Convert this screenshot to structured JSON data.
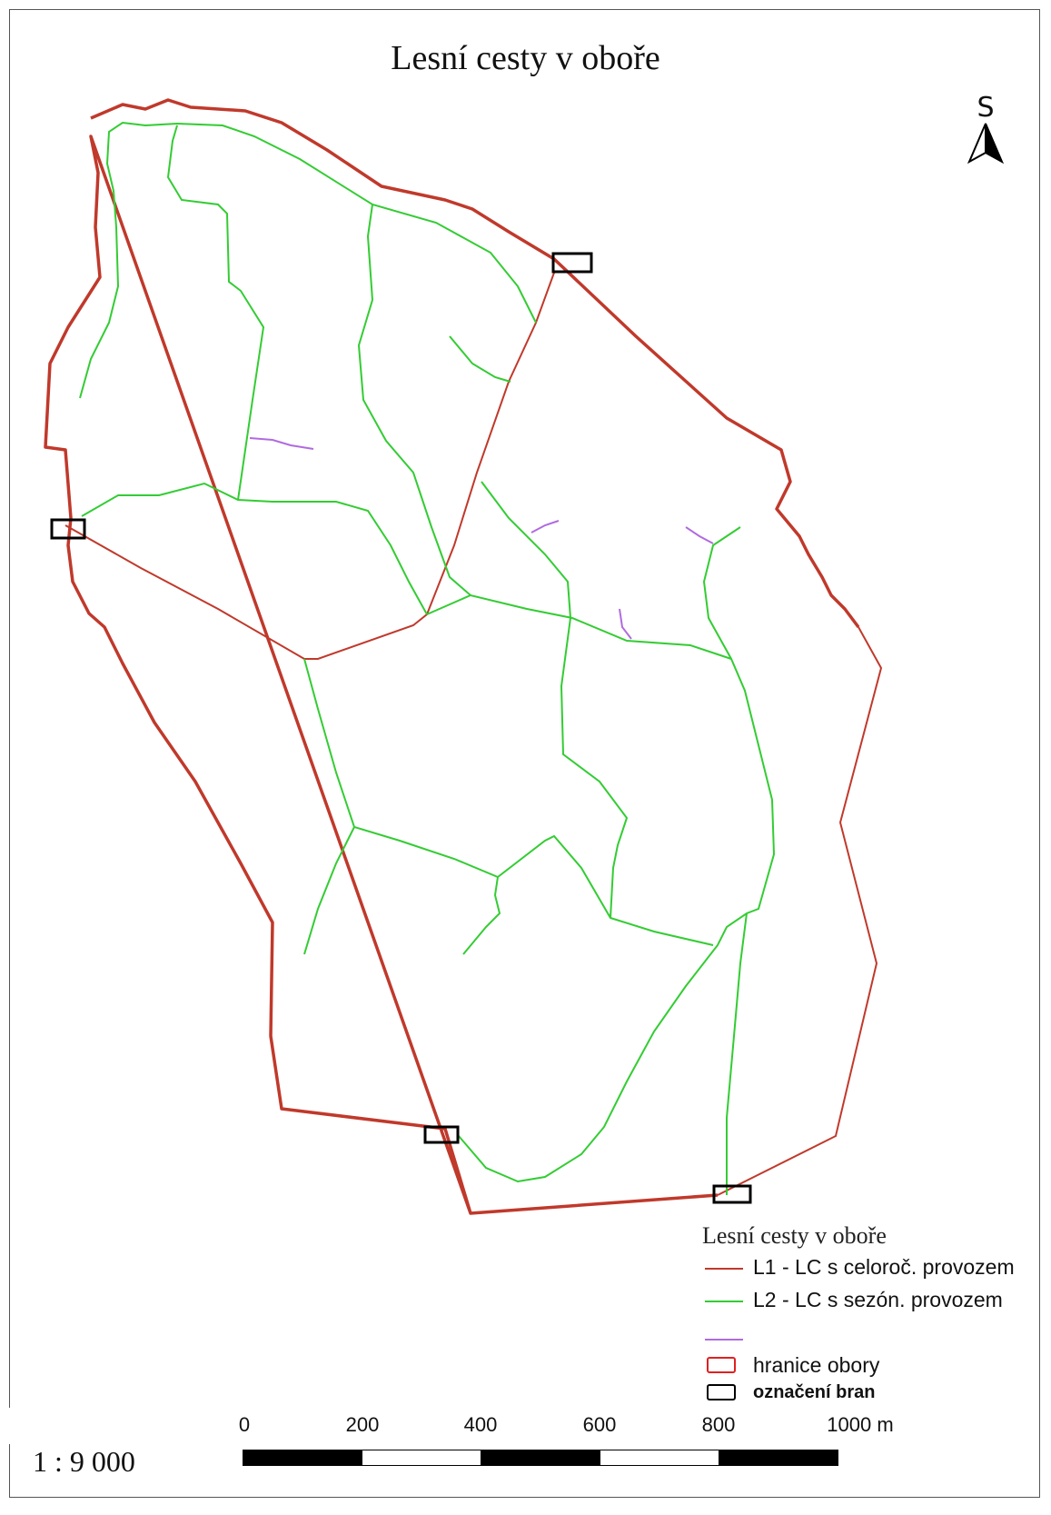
{
  "title": "Lesní cesty v oboře",
  "north_arrow": {
    "letter": "S",
    "icon": "north-arrow-icon"
  },
  "scale_ratio": "1 : 9 000",
  "scalebar": {
    "ticks": [
      "0",
      "200",
      "400",
      "600",
      "800",
      "1000 m"
    ]
  },
  "legend": {
    "title": "Lesní cesty v oboře",
    "items": [
      {
        "label": "L1 - LC  s celoroč. provozem",
        "color": "#c0392b",
        "kind": "line"
      },
      {
        "label": "L2 - LC  s sezón. provozem",
        "color": "#33cc33",
        "kind": "line"
      },
      {
        "label": "",
        "color": "#b06be0",
        "kind": "line"
      },
      {
        "label": "hranice obory",
        "color": "#e02020",
        "kind": "box"
      },
      {
        "label": "označení bran",
        "color": "#000000",
        "kind": "box"
      }
    ]
  },
  "colors": {
    "boundary": "#c0392b",
    "road_l1": "#c0392b",
    "road_l2": "#33cc33",
    "road_l3": "#b06be0",
    "gate": "#000000"
  }
}
